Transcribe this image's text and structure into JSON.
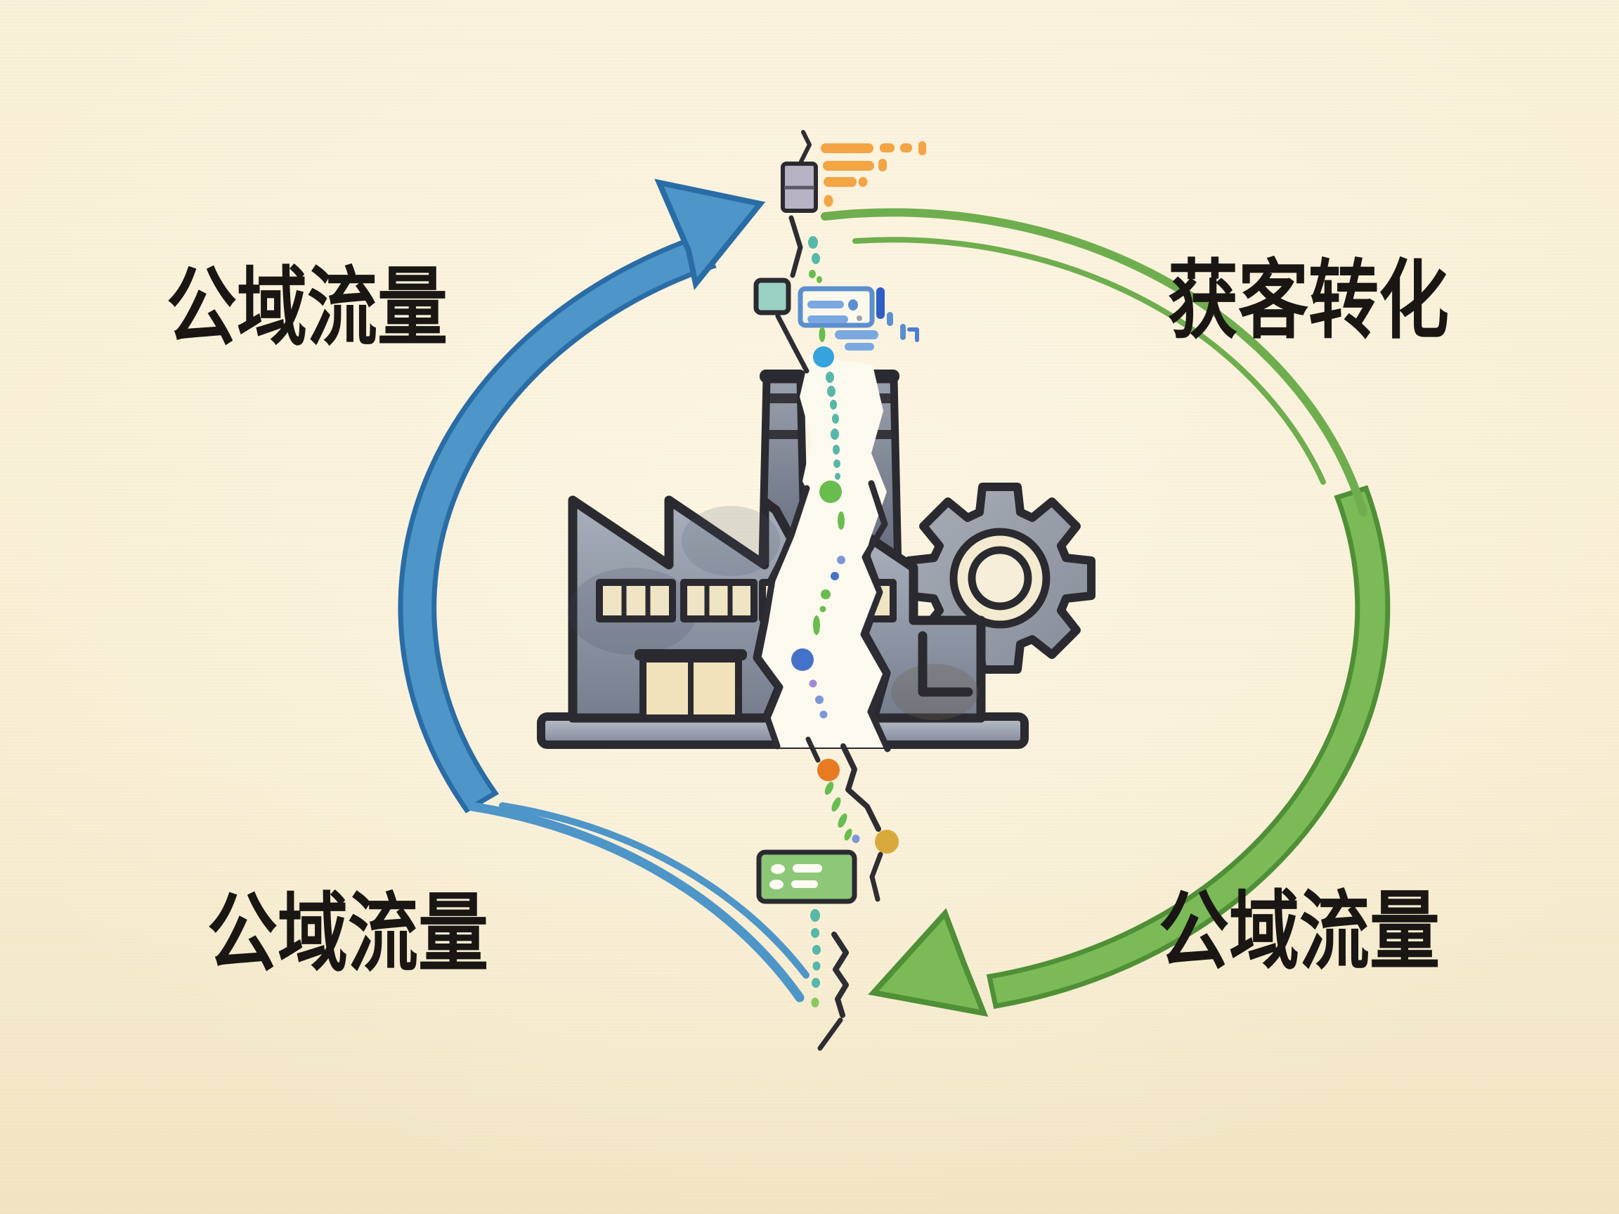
{
  "diagram": {
    "type": "cycle-illustration",
    "style": "watercolor marketing diagram",
    "labels": {
      "top_left": "公域流量",
      "top_right": "获客转化",
      "bottom_left": "公域流量",
      "bottom_right": "公域流量"
    },
    "icons": {
      "blue-cycle-arrow": "thick blue watercolor arc arrow sweeping up the left side, arrowhead at top pointing up-right",
      "green-cycle-arrow": "thick green watercolor arc arrow sweeping down the right side, arrowhead at bottom pointing down-left",
      "factory-icon": "gray watercolor factory with sawtooth roof, two chimneys, windows, door and base",
      "gear-icon": "gray 8-tooth gear behind right side of factory",
      "crack-line": "jagged white tear splitting the factory vertically",
      "flow-dots": "vertical chain of teal/green/blue/purple/orange/yellow dots along the crack",
      "bar-chart-widget": "orange horizontal bar rows at top of crack",
      "panel-widget": "small lavender-gray two-pane rectangle at top",
      "teal-square-widget": "small teal square",
      "browser-card-widget": "blue outlined card with list bars",
      "checklist-card-widget": "green card with two white bullet list rows"
    },
    "palette": {
      "background": "#f9efd6",
      "text": "#191613",
      "outline": "#2b2a30",
      "blue_arrow": "#4e95c8",
      "blue_arrow_edge": "#2a6ca5",
      "green_arrow": "#7cba58",
      "green_arrow_edge": "#4f8f36",
      "factory_gray": "#98a0ae",
      "window_cream": "#efe4c4",
      "orange_bar": "#f3a445",
      "teal_dot": "#56b8a8",
      "green_dot": "#69bd4e",
      "blue_dot": "#4472c8",
      "sky_blue_dot": "#35a3dc",
      "purple_dot": "#a08cd0",
      "orange_dot": "#e87a22",
      "yellow_dot": "#d9a93c",
      "panel_fill": "#b7b3c4",
      "teal_square": "#9ad0c4",
      "card_blue": "#5b8fd0",
      "green_card": "#8cc878"
    }
  }
}
